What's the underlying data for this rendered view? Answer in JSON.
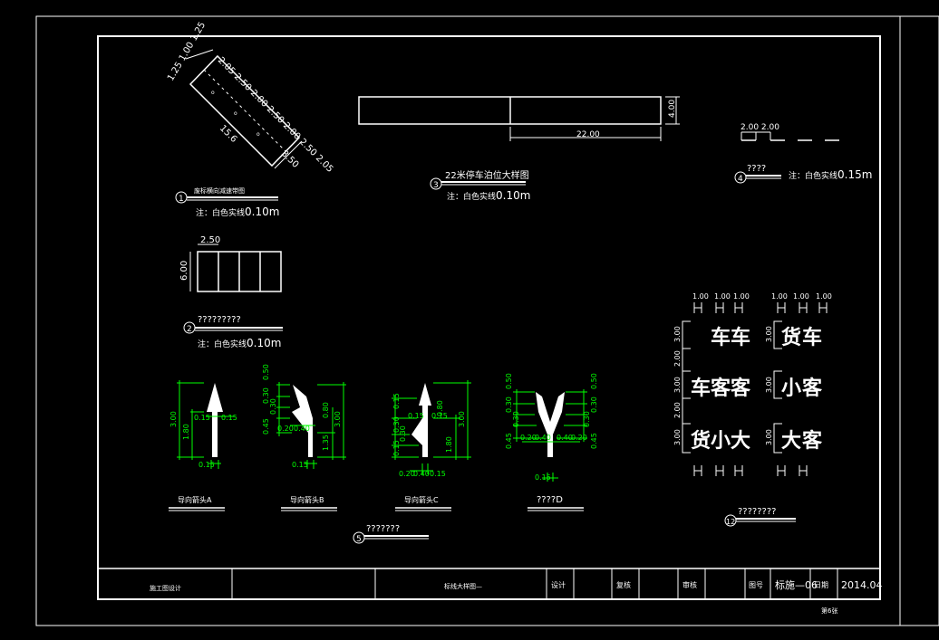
{
  "colors": {
    "line": "#ffffff",
    "dim": "#00ff00",
    "background": "#000000"
  },
  "detail1": {
    "dims_top": "1.25 1.00 1.25",
    "dims_slant": "2.05 2.50 2.00 2.50 2.00 2.50 2.05",
    "dim_len": "15.6",
    "dim_w": "3.50",
    "caption": "废标横向减速带图",
    "note_prefix": "注：白色实线",
    "note_value": "0.10m",
    "number": "1"
  },
  "detail2": {
    "dim_w": "2.50",
    "dim_h": "6.00",
    "caption": "?????????",
    "note_prefix": "注：白色实线",
    "note_value": "0.10m",
    "number": "2"
  },
  "detail3": {
    "dim_len": "22.00",
    "dim_h": "4.00",
    "caption": "22米停车泊位大样图",
    "note_prefix": "注：白色实线",
    "note_value": "0.10m",
    "number": "3"
  },
  "detail4": {
    "dims": "2.00 2.00",
    "caption": "????",
    "note_prefix": "注：白色实线",
    "note_value": "0.15m",
    "number": "4"
  },
  "arrows": [
    {
      "caption": "导向箭头A",
      "dims": [
        "3.00",
        "1.80",
        "0.15",
        "0.15",
        "0.15"
      ]
    },
    {
      "caption": "导向箭头B",
      "dims": [
        "0.50",
        "0.30",
        "0.30",
        "0.45",
        "0.20",
        "0.40",
        "0.80",
        "1.35",
        "3.00",
        "0.15"
      ]
    },
    {
      "caption": "导向箭头C",
      "dims": [
        "0.15",
        "0.30",
        "0.30",
        "0.15",
        "0.15",
        "0.15",
        "3.00",
        "0.80",
        "1.80",
        "0.20",
        "0.40",
        "0.15"
      ]
    },
    {
      "caption": "????D",
      "dims": [
        "0.50",
        "0.30",
        "0.30",
        "0.45",
        "0.20",
        "0.40",
        "0.40",
        "0.20",
        "0.45",
        "0.30",
        "0.30",
        "0.50",
        "0.15"
      ]
    }
  ],
  "detail5": {
    "caption": "???????",
    "number": "5"
  },
  "detail12": {
    "caption": "????????",
    "number": "12",
    "left_top_dims": [
      "1.00",
      "1.00",
      "1.00"
    ],
    "right_top_dims": [
      "1.00",
      "1.00",
      "1.00"
    ],
    "left_side_dims": [
      "3.00",
      "2.00",
      "3.00",
      "2.00",
      "3.00"
    ],
    "right_side_dims": [
      "3.00",
      "3.00",
      "3.00"
    ],
    "left_rows": [
      [
        "车",
        "车"
      ],
      [
        "车",
        "客",
        "客"
      ],
      [
        "货",
        "小",
        "大"
      ]
    ],
    "right_rows": [
      [
        "货",
        "车"
      ],
      [
        "小",
        "客"
      ],
      [
        "大",
        "客"
      ]
    ]
  },
  "title_block": {
    "drawing_name": "施工图设计",
    "drawing_title": "标线大样图—",
    "design": "设计",
    "review": "复核",
    "audit": "审核",
    "sheet_label": "图号",
    "sheet_no": "标施—06",
    "date_label": "日期",
    "date": "2014.04",
    "sheet_count": "第6张"
  }
}
